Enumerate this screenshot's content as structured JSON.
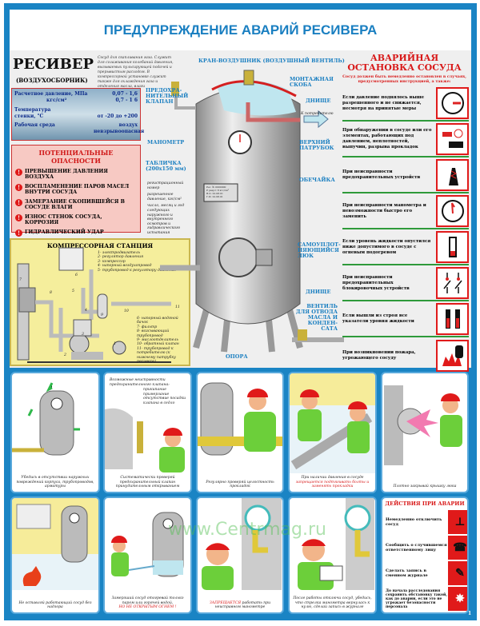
{
  "title": "ПРЕДУПРЕЖДЕНИЕ АВАРИЙ РЕСИВЕРА",
  "receiver": {
    "name": "РЕСИВЕР",
    "subtitle": "(ВОЗДУХОСБОРНИК)",
    "description": "Сосуд для скапливания газа. Служит для сглаживания колебаний давления, вызываемых пульсирующей подачей и прерывистым расходом. В компрессорной установке служит также для охлаждения газа и отделения масла, влаги"
  },
  "specs": [
    {
      "label": "Расчетное давление, МПа",
      "value": "0,07 - 1,6"
    },
    {
      "label": "кгс/см²",
      "value": "0,7 - 1 6"
    },
    {
      "label": "Температура стенки, °С",
      "value": "от -20 до +200"
    },
    {
      "label": "Рабочая среда",
      "value": "воздух невзрывоопасная"
    }
  ],
  "hazards": {
    "title": "ПОТЕНЦИАЛЬНЫЕ ОПАСНОСТИ",
    "items": [
      "ПРЕВЫШЕНИЕ ДАВЛЕНИЯ ВОЗДУХА",
      "ВОСПЛАМЕНЕНИЕ ПАРОВ МАСЕЛ ВНУТРИ СОСУДА",
      "ЗАМЕРЗАНИЕ СКОПИВШЕЙСЯ В СОСУДЕ ВЛАГИ",
      "ИЗНОС СТЕНОК СОСУДА, КОРРОЗИЯ",
      "ГИДРАВЛИЧЕСКИЙ УДАР"
    ]
  },
  "compressor": {
    "title": "КОМПРЕССОРНАЯ СТАНЦИЯ",
    "legend_a": [
      "1- электродвигатель",
      "2- регулятор давления",
      "3- компрессор",
      "4- напорный воздухопровод",
      "5- трубопровод к регулятору давления"
    ],
    "legend_b": [
      "6- напорный водяной бачок",
      "7- фильтр",
      "8- всасывающий трубопровод",
      "9- маслоотделитель",
      "10- обратный клапан",
      "11- трубопровод к потребителю (к нижнему патрубку ресивера)"
    ],
    "numbers": [
      "1",
      "2",
      "3",
      "4",
      "5",
      "6",
      "7",
      "8",
      "9",
      "10",
      "11"
    ]
  },
  "tank_labels": {
    "air_valve": "КРАН-ВОЗДУШНИК (ВОЗДУШНЫЙ ВЕНТИЛЬ)",
    "safety_valve": "ПРЕДОХРА-НИТЕЛЬНЫЙ КЛАПАН",
    "bracket": "МОНТАЖНАЯ СКОБА",
    "top_head": "ДНИЩЕ",
    "to_consumer": "К потребителю",
    "upper_nozzle": "ВЕРХНИЙ ПАТРУБОК",
    "manometer": "МАНОМЕТР",
    "plate": "ТАБЛИЧКА (200х150 мм)",
    "plate_items": [
      "регистрационный номер",
      "разрешенное давление, кгс/см²",
      "число, месяц и год следующих наружного и внутреннего осмотров и гидравлического испытания"
    ],
    "plate_text": [
      "Рег. № 0000000",
      "Р разр= 8 кгс/см²",
      "В.О. 22.08.01",
      "Г.И. 22.08.01"
    ],
    "shell": "ОБЕЧАЙКА",
    "hatch": "САМОУПЛОТ-НЯЮЩИЙСЯ ЛЮК",
    "bottom_head": "ДНИЩЕ",
    "drain_valve": "ВЕНТИЛЬ ДЛЯ ОТВОДА МАСЛА И КОНДЕН-САТА",
    "support": "ОПОРА"
  },
  "emergency": {
    "title": "АВАРИЙНАЯ ОСТАНОВКА СОСУДА",
    "subtitle": "Сосуд должен быть немедленно остановлен в случаях, предусмотренных инструкцией, а также:",
    "items": [
      {
        "text": "Если давление поднялось выше разрешенного и не снижается, несмотря на принятые меры",
        "icon": "pressure-gauge-icon"
      },
      {
        "text": "При обнаружении в сосуде или его элементах, работающих под давлением, неплотностей, выпучин, разрыва прокладок",
        "icon": "leak-icon"
      },
      {
        "text": "При неисправности предохранительных устройств",
        "icon": "safety-valve-icon"
      },
      {
        "text": "При неисправности манометра и невозможности быстро его заменить",
        "icon": "broken-gauge-icon"
      },
      {
        "text": "Если уровень жидкости опустился ниже допустимого в сосуде с огневым подогревом",
        "icon": "level-indicator-icon"
      },
      {
        "text": "При неисправности предохранительных блокировочных устройств",
        "icon": "interlock-icon"
      },
      {
        "text": "Если вышли из строя все указатели уровня жидкости",
        "icon": "level-indicators-icon"
      },
      {
        "text": "При возникновении пожара, угрожающего сосуду",
        "icon": "fire-icon"
      }
    ]
  },
  "panels_row1": [
    {
      "caption": "Убедись в отсутствии наружных повреждений корпуса, трубопроводов, арматуры"
    },
    {
      "caption": "Систематически проверяй предохранительный клапан принудительным открыванием",
      "note": "Возможные неисправности предохранительного клапана:",
      "bullets": [
        "прикипание",
        "примерзание",
        "отсутствие посадки клапана в седло"
      ]
    },
    {
      "caption": "Регулярно проверяй целостность прокладок"
    },
    {
      "caption": "При наличии давления в сосуде",
      "caption_red": "запрещается подтягивать болты и заменять прокладки"
    },
    {
      "caption": "Плотно закрывай крышку люка"
    }
  ],
  "panels_row2": [
    {
      "caption": "Не оставляй работающий сосуд без надзора"
    },
    {
      "caption": "Замерзший сосуд отогревай только паром или горячей водой,",
      "caption_red": "НО НЕ ОТКРЫТЫМ ОГНЕМ !"
    },
    {
      "caption_red": "ЗАПРЕЩАЕТСЯ",
      "caption": "работать при неисправном манометре"
    },
    {
      "caption": "После работы отключи сосуд, убедись, что стрелка манометра вернулась к нулю, сделай запись в журнале"
    }
  ],
  "actions": {
    "title": "ДЕЙСТВИЯ ПРИ АВАРИИ",
    "items": [
      {
        "text": "Немедленно отключить сосуд",
        "icon": "valve-icon"
      },
      {
        "text": "Сообщить о случившемся ответственному лицу",
        "icon": "telephone-icon"
      },
      {
        "text": "Сделать запись в сменном журнале",
        "icon": "pen-icon"
      },
      {
        "text": "До начала расследования сохранить обстановку такой, как до аварии, если это не угрожает безопасности персонала",
        "icon": "explosion-icon"
      }
    ]
  },
  "watermark": "www.Centrmag.ru",
  "page_number": "1",
  "colors": {
    "frame": "#1a84c4",
    "accent_red": "#e01a1a",
    "label_blue": "#1a7fc1",
    "divider_green": "#2e9a3a"
  }
}
